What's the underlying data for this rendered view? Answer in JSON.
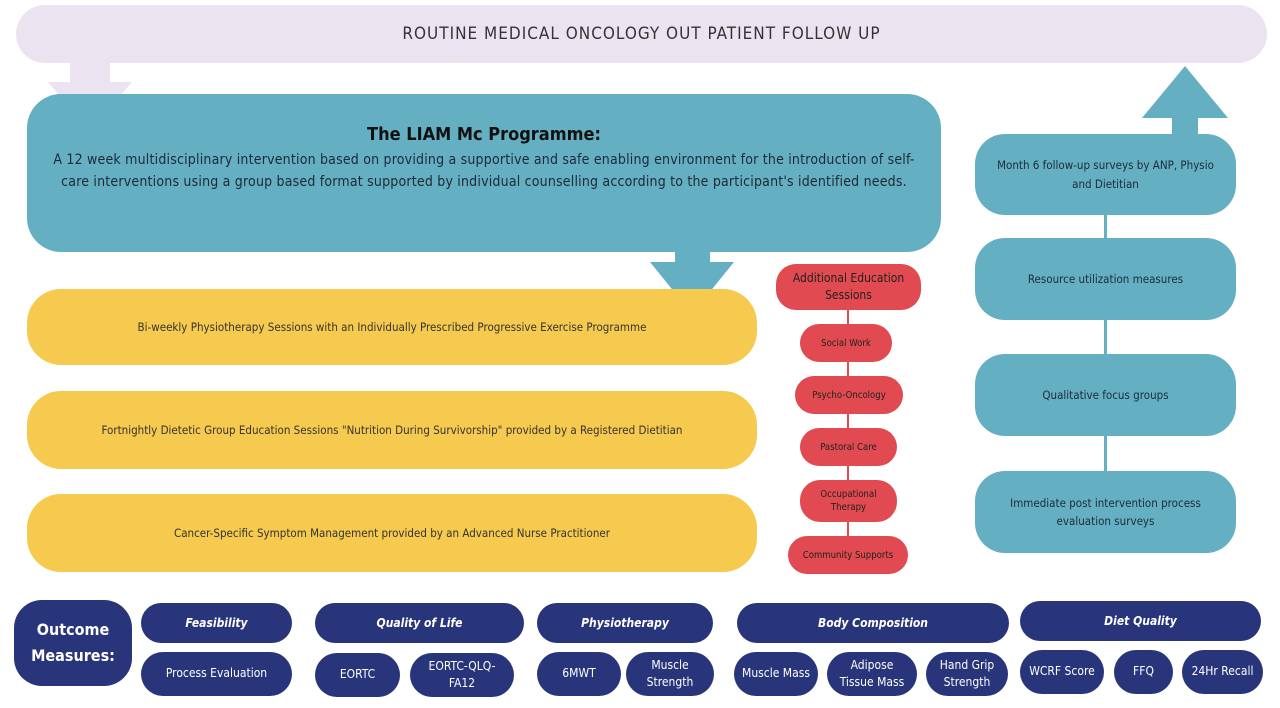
{
  "colors": {
    "banner": "#ece3f1",
    "programme": "#65afc2",
    "interventions": "#f6ca4e",
    "education": "#e04a50",
    "outcomes": "#28357a"
  },
  "banner": {
    "label": "ROUTINE MEDICAL ONCOLOGY OUT PATIENT FOLLOW UP"
  },
  "programme": {
    "title": "The LIAM Mc Programme:",
    "description": "A 12 week multidisciplinary intervention based on providing a supportive and safe enabling environment for the introduction of self-care interventions using a group based format supported by individual counselling according to the participant's identified needs."
  },
  "interventions": [
    {
      "label": "Bi-weekly Physiotherapy Sessions with an Individually Prescribed Progressive Exercise Programme"
    },
    {
      "label": "Fortnightly Dietetic Group Education Sessions \"Nutrition During Survivorship\" provided by a Registered Dietitian"
    },
    {
      "label": "Cancer-Specific Symptom Management provided by an Advanced Nurse Practitioner"
    }
  ],
  "education": {
    "header": "Additional Education Sessions",
    "items": [
      {
        "label": "Social Work"
      },
      {
        "label": "Psycho-Oncology"
      },
      {
        "label": "Pastoral Care"
      },
      {
        "label": "Occupational Therapy"
      },
      {
        "label": "Community Supports"
      }
    ]
  },
  "evaluation": [
    {
      "label": "Month 6 follow-up surveys by ANP, Physio and Dietitian"
    },
    {
      "label": "Resource utilization measures"
    },
    {
      "label": "Qualitative focus groups"
    },
    {
      "label": "Immediate post intervention process evaluation surveys"
    }
  ],
  "outcomes": {
    "title": "Outcome Measures:",
    "groups": [
      {
        "name": "Feasibility",
        "items": [
          "Process Evaluation"
        ]
      },
      {
        "name": "Quality of Life",
        "items": [
          "EORTC",
          "EORTC-QLQ-FA12"
        ]
      },
      {
        "name": "Physiotherapy",
        "items": [
          "6MWT",
          "Muscle Strength"
        ]
      },
      {
        "name": "Body Composition",
        "items": [
          "Muscle Mass",
          "Adipose Tissue Mass",
          "Hand Grip Strength"
        ]
      },
      {
        "name": "Diet Quality",
        "items": [
          "WCRF Score",
          "FFQ",
          "24Hr Recall"
        ]
      }
    ]
  }
}
